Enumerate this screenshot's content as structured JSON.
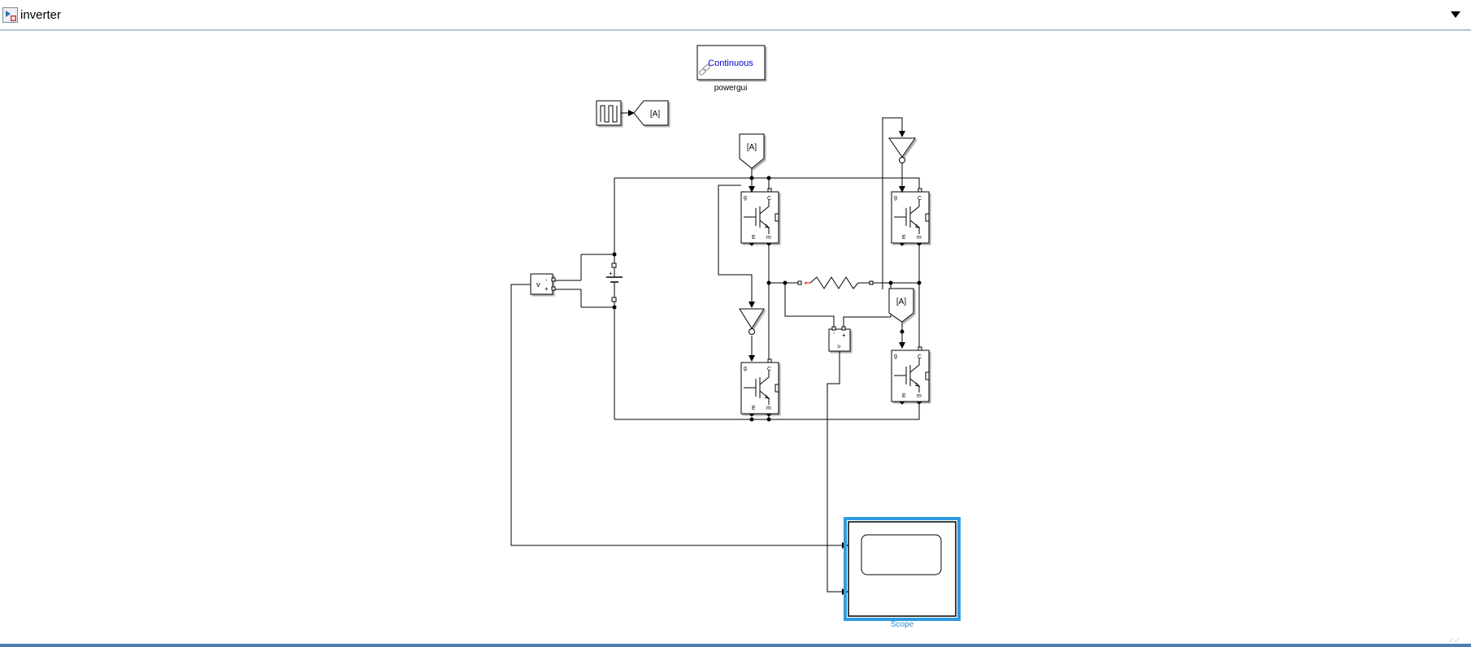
{
  "window": {
    "title": "inverter",
    "icon": "simulink-model-icon",
    "menu_icon": "chevron-down-icon"
  },
  "blocks": {
    "powergui": {
      "text": "Continuous",
      "label": "powergui"
    },
    "pulse_goto": {
      "tag": "[A]"
    },
    "from_top": {
      "tag": "[A]"
    },
    "from_mid": {
      "tag": "[A]"
    },
    "voltage_meas": {
      "text": "v"
    },
    "igbt_pins": {
      "gate": "g",
      "collector": "C",
      "emitter": "E"
    },
    "relational": {
      "operator": ">"
    },
    "scope": {
      "label": "Scope"
    }
  },
  "colors": {
    "line": "#000000",
    "powergui_text": "#0000cc",
    "scope_highlight": "#2f9ae0",
    "scope_label": "#2f8fd8",
    "resistor_marker": "#ff0000"
  }
}
